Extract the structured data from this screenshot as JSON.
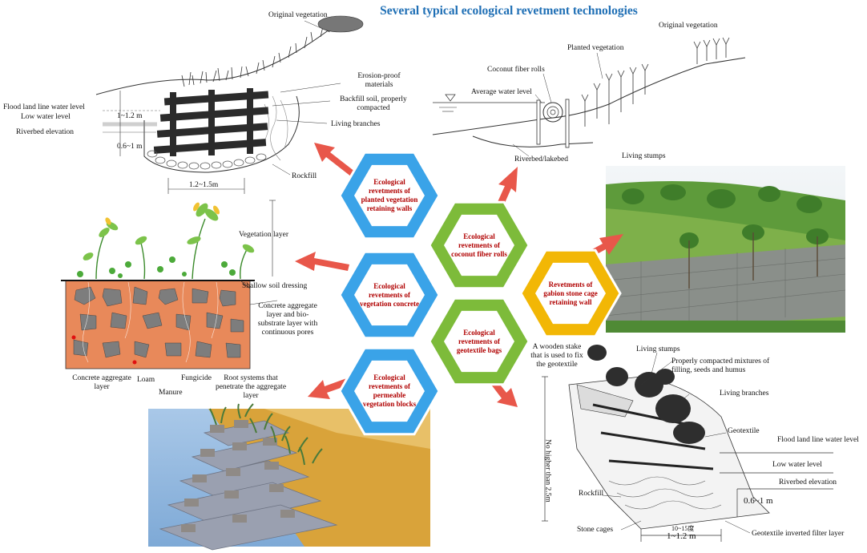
{
  "title": "Several typical ecological revetment technologies",
  "hexagons": [
    {
      "id": "planted-wall",
      "label": "Ecological revetments of planted vegetation retaining walls",
      "color": "#3aa3e8"
    },
    {
      "id": "vegetation-concrete",
      "label": "Ecological revetments of vegetation concrete",
      "color": "#3aa3e8"
    },
    {
      "id": "permeable-blocks",
      "label": "Ecological revetments of permeable vegetation blocks",
      "color": "#3aa3e8"
    },
    {
      "id": "coconut-rolls",
      "label": "Ecological revetments of coconut fiber rolls",
      "color": "#7dbb3a"
    },
    {
      "id": "geotextile-bags",
      "label": "Ecological revetments of geotextile bags",
      "color": "#7dbb3a"
    },
    {
      "id": "gabion-wall",
      "label": "Revetments of gabion stone cage retaining wall",
      "color": "#f2b705"
    }
  ],
  "panel_wall": {
    "original_vegetation": "Original vegetation",
    "erosion_proof": "Erosion-proof materials",
    "backfill": "Backfill soil, properly compacted",
    "living_branches": "Living branches",
    "flood_level": "Flood land line water level",
    "low_water": "Low water level",
    "riverbed": "Riverbed elevation",
    "rockfill": "Rockfill",
    "dim_height1": "1~1.2 m",
    "dim_height2": "0.6~1 m",
    "dim_width": "1.2~1.5m"
  },
  "panel_coconut": {
    "original_vegetation": "Original vegetation",
    "planted_vegetation": "Planted vegetation",
    "coconut_rolls": "Coconut fiber rolls",
    "average_water": "Average water level",
    "riverbed": "Riverbed/lakebed",
    "living_stumps": "Living stumps"
  },
  "panel_concrete": {
    "vegetation_layer": "Vegetation layer",
    "shallow_soil": "Shallow soil dressing",
    "aggregate_layer": "Concrete aggregate layer and bio-substrate layer with continuous pores",
    "concrete_aggregate": "Concrete aggregate layer",
    "loam": "Loam",
    "manure": "Manure",
    "fungicide": "Fungicide",
    "root_systems": "Root systems that penetrate the aggregate layer"
  },
  "panel_geotextile": {
    "wooden_stake": "A wooden stake that is used to fix the geotextile",
    "living_stumps": "Living stumps",
    "mixtures": "Properly compacted mixtures of filling, seeds and humus",
    "living_branches": "Living branches",
    "geotextile": "Geotextile",
    "flood_level": "Flood land line water level",
    "low_water": "Low water level",
    "riverbed": "Riverbed elevation",
    "height_limit": "No higher than 2.5m",
    "rockfill": "Rockfill",
    "stone_cages": "Stone cages",
    "dim_depth": "0.6~1 m",
    "dim_angle": "10~15度",
    "dim_width": "1~1.2 m",
    "filter_layer": "Geotextile inverted filter layer"
  },
  "colors": {
    "title": "#1f6fb5",
    "hex_text": "#b00000",
    "arrow": "#e8574a",
    "concrete_layer": "#e8895a",
    "gabion_stone": "#8a8f8a",
    "block_water": "#8fb6dd",
    "block_soil": "#d9a33a"
  }
}
